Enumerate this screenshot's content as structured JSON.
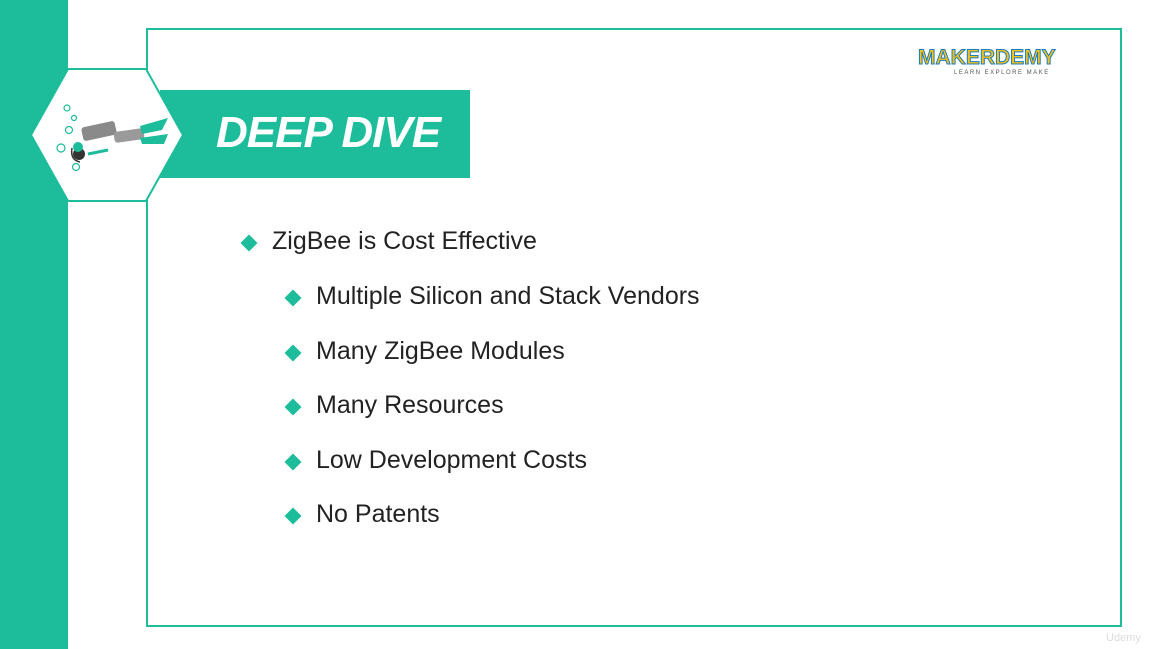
{
  "slide": {
    "title": "DEEP DIVE",
    "logo": {
      "word": "MAKERDEMY",
      "tagline": "LEARN EXPLORE MAKE"
    },
    "bullet_main": "ZigBee is Cost Effective",
    "sub_bullets": [
      "Multiple Silicon and Stack Vendors",
      "Many ZigBee Modules",
      "Many Resources",
      "Low Development Costs",
      "No Patents"
    ],
    "watermark": "Udemy"
  },
  "colors": {
    "accent": "#1dbc9b",
    "logo_yellow": "#f4c21a",
    "logo_blue": "#1a7cc1"
  },
  "icons": {
    "hexagon": "scuba-diver-icon",
    "bullet": "diamond-bullet-icon"
  }
}
